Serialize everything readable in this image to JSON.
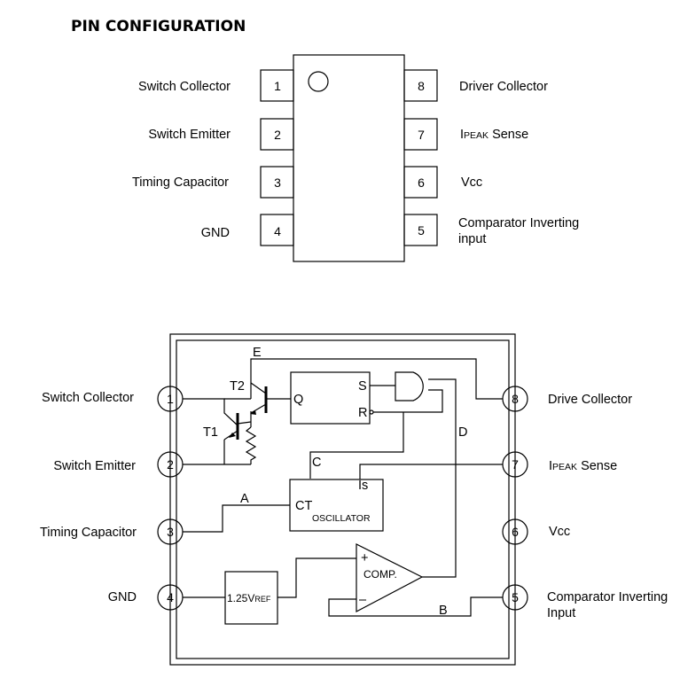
{
  "heading": "PIN CONFIGURATION",
  "package": {
    "left_pins": [
      {
        "num": "1",
        "label": "Switch Collector"
      },
      {
        "num": "2",
        "label": "Switch Emitter"
      },
      {
        "num": "3",
        "label": "Timing Capacitor"
      },
      {
        "num": "4",
        "label": "GND"
      }
    ],
    "right_pins": [
      {
        "num": "8",
        "label": "Driver Collector"
      },
      {
        "num": "7",
        "label_prefix": "I",
        "label_sub": "PEAK",
        "label_rest": " Sense"
      },
      {
        "num": "6",
        "label": "Vcc"
      },
      {
        "num": "5",
        "label_line1": "Comparator Inverting",
        "label_line2": "input"
      }
    ]
  },
  "block_diagram": {
    "left_pins": [
      {
        "num": "1",
        "label": "Switch Collector"
      },
      {
        "num": "2",
        "label": "Switch Emitter"
      },
      {
        "num": "3",
        "label": "Timing Capacitor"
      },
      {
        "num": "4",
        "label": "GND"
      }
    ],
    "right_pins": [
      {
        "num": "8",
        "label": "Drive Collector"
      },
      {
        "num": "7",
        "label_prefix": "I",
        "label_sub": "PEAK",
        "label_rest": " Sense"
      },
      {
        "num": "6",
        "label": "Vcc"
      },
      {
        "num": "5",
        "label_line1": "Comparator Inverting",
        "label_line2": "Input"
      }
    ],
    "nodes": {
      "E": "E",
      "A": "A",
      "B": "B",
      "C": "C",
      "D": "D"
    },
    "transistors": {
      "t1": "T1",
      "t2": "T2"
    },
    "flipflop": {
      "q": "Q",
      "s": "S",
      "r": "R"
    },
    "oscillator": {
      "ct": "CT",
      "is": "Is",
      "name": "OSCILLATOR"
    },
    "comparator": {
      "plus": "+",
      "minus": "–",
      "name": "COMP."
    },
    "reference": {
      "value": "1.25V",
      "sub": "REF"
    }
  }
}
